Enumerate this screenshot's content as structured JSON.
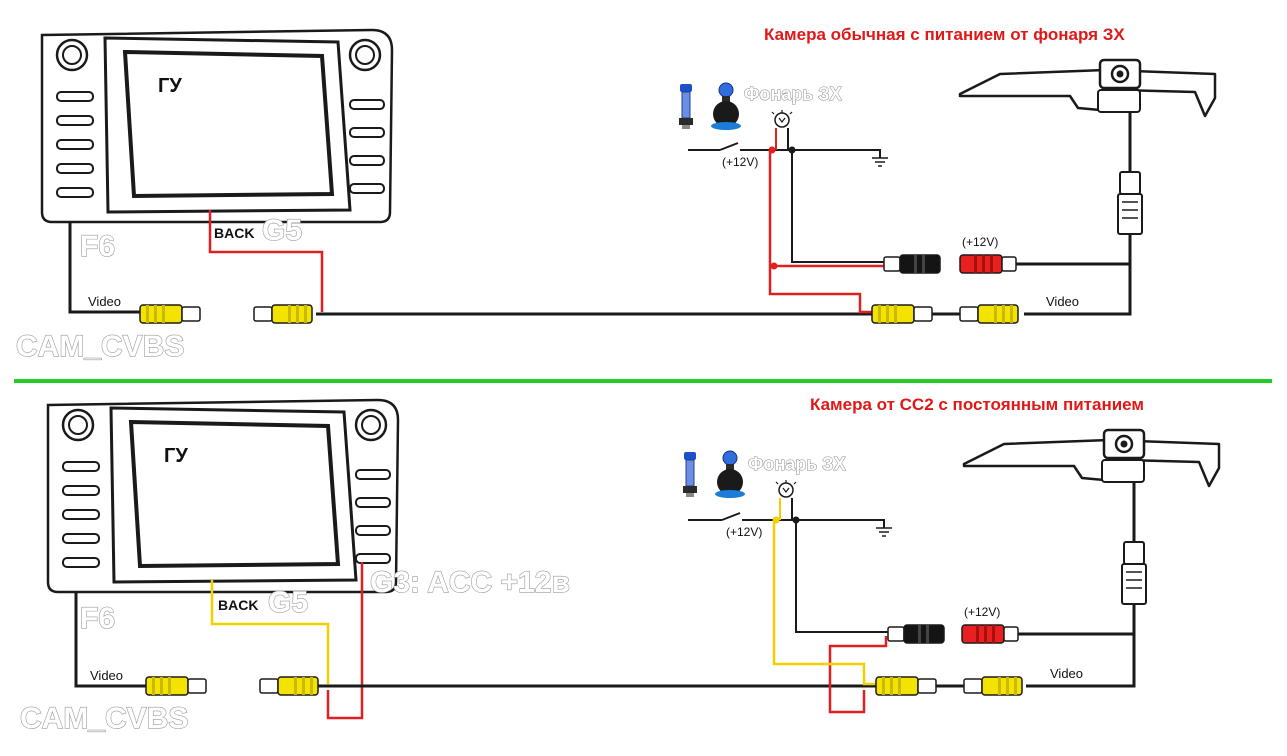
{
  "colors": {
    "wire_black": "#1a1a1a",
    "wire_red": "#e02020",
    "wire_yellow": "#f2d000",
    "divider_green": "#22cc22",
    "title_red": "#e01818",
    "rca_yellow": "#f4e300",
    "rca_red": "#e82020",
    "rca_black": "#141414"
  },
  "top": {
    "title": "Камера обычная с питанием от фонаря ЗХ",
    "head_unit_label": "ГУ",
    "back_label": "BACK",
    "g5_label": "G5",
    "f6_label": "F6",
    "video_left": "Video",
    "cam_cvbs": "CAM_CVBS",
    "lamp_label": "Фонарь ЗХ",
    "v12_lamp": "(+12V)",
    "v12_cam": "(+12V)",
    "video_right": "Video"
  },
  "bottom": {
    "title": "Камера от СС2 с постоянным питанием",
    "head_unit_label": "ГУ",
    "back_label": "BACK",
    "g5_label": "G5",
    "g3_label": "G3: ACC +12в",
    "f6_label": "F6",
    "video_left": "Video",
    "cam_cvbs": "CAM_CVBS",
    "lamp_label": "Фонарь ЗХ",
    "v12_lamp": "(+12V)",
    "v12_cam": "(+12V)",
    "video_right": "Video"
  },
  "icons": [
    "head-unit-icon",
    "bulb-icon",
    "lamp-socket-icon",
    "ground-icon",
    "switch-icon",
    "rca-plug-icon",
    "rear-camera-icon"
  ]
}
